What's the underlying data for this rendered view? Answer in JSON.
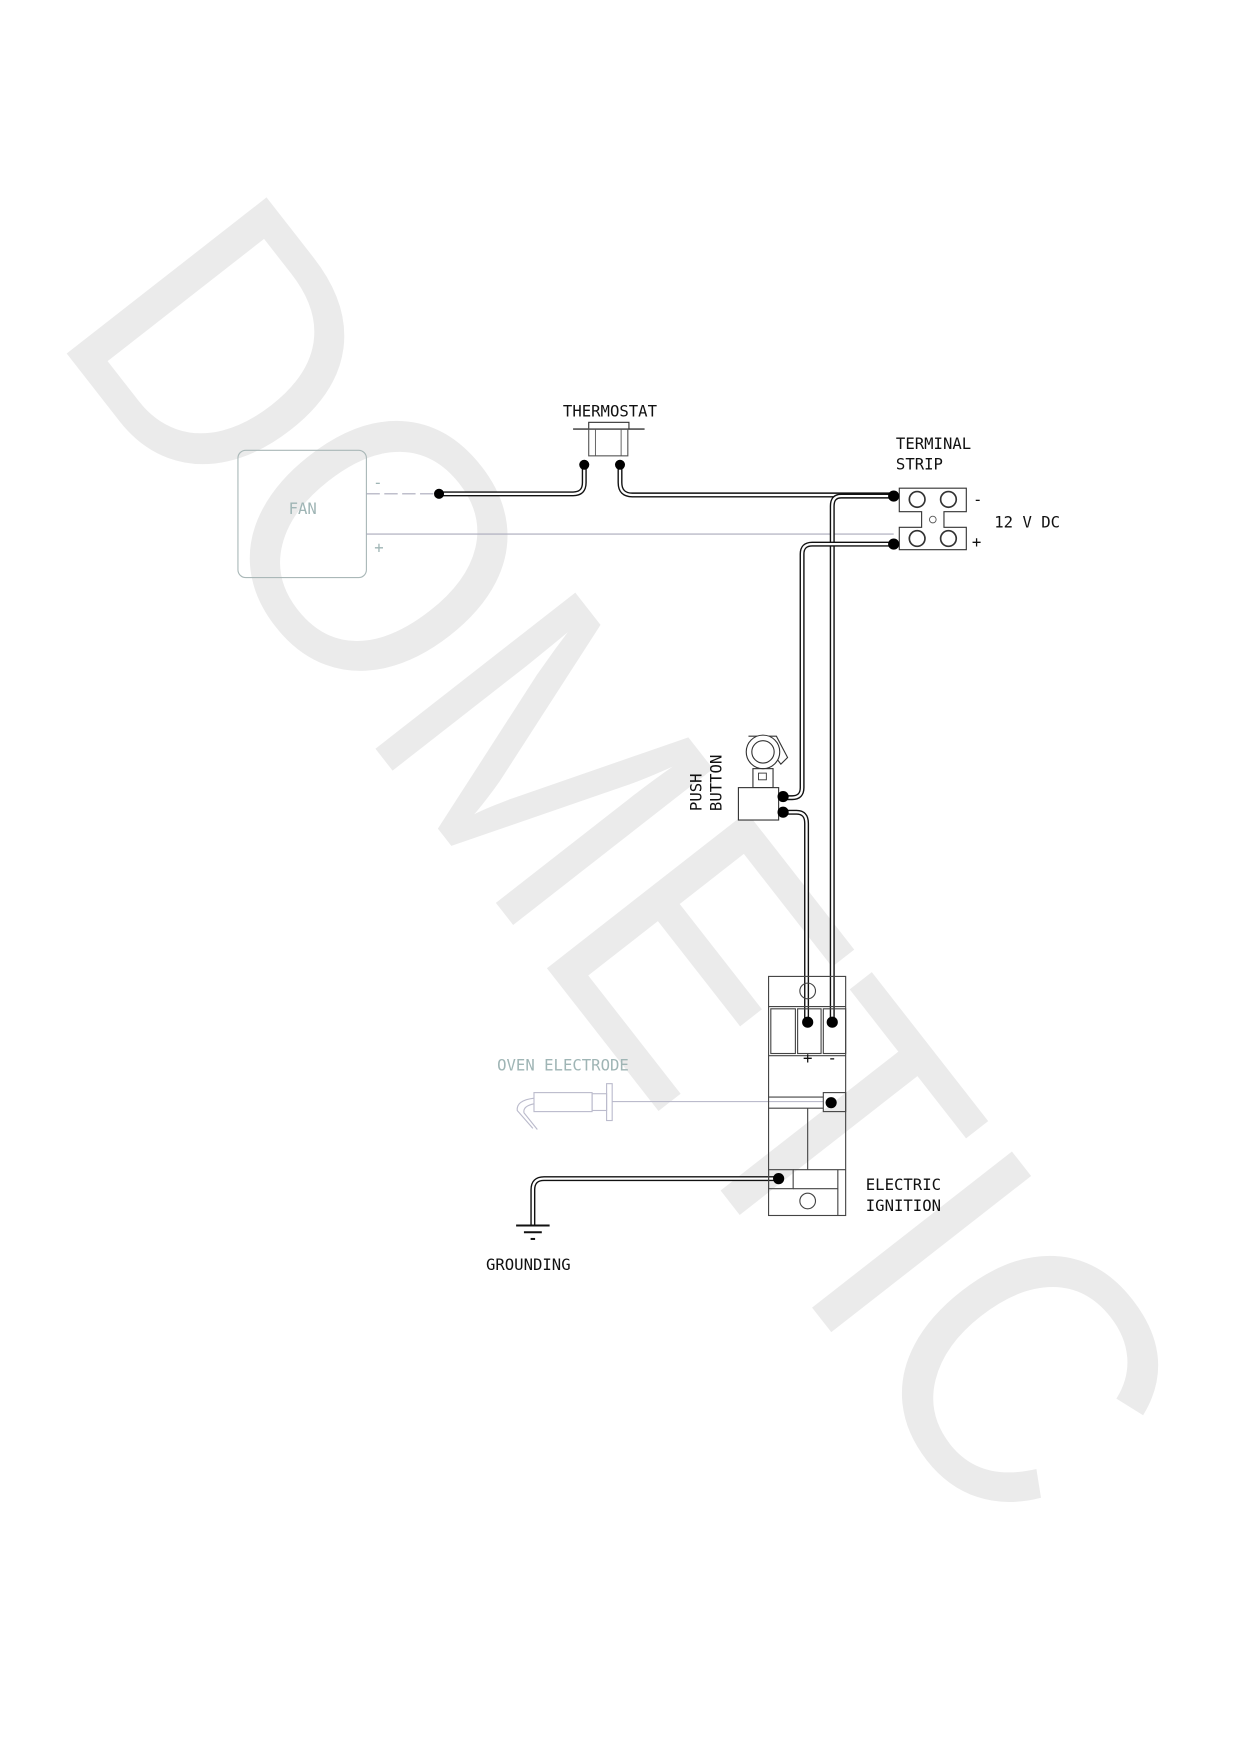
{
  "watermark": "DOMETIC",
  "components": {
    "fan": {
      "label": "FAN",
      "minus": "-",
      "plus": "+"
    },
    "thermostat": {
      "label": "THERMOSTAT"
    },
    "terminal_strip": {
      "label_line1": "TERMINAL",
      "label_line2": "STRIP",
      "minus": "-",
      "plus": "+",
      "voltage": "12 V DC"
    },
    "push_button": {
      "label_line1": "PUSH",
      "label_line2": "BUTTON"
    },
    "electric_ignition": {
      "label_line1": "ELECTRIC",
      "label_line2": "IGNITION",
      "plus": "+",
      "minus": "-"
    },
    "oven_electrode": {
      "label": "OVEN ELECTRODE"
    },
    "grounding": {
      "label": "GROUNDING"
    }
  },
  "colors": {
    "wire": "#111111",
    "faint": "#9fb5b5",
    "watermark": "#ebebeb"
  }
}
